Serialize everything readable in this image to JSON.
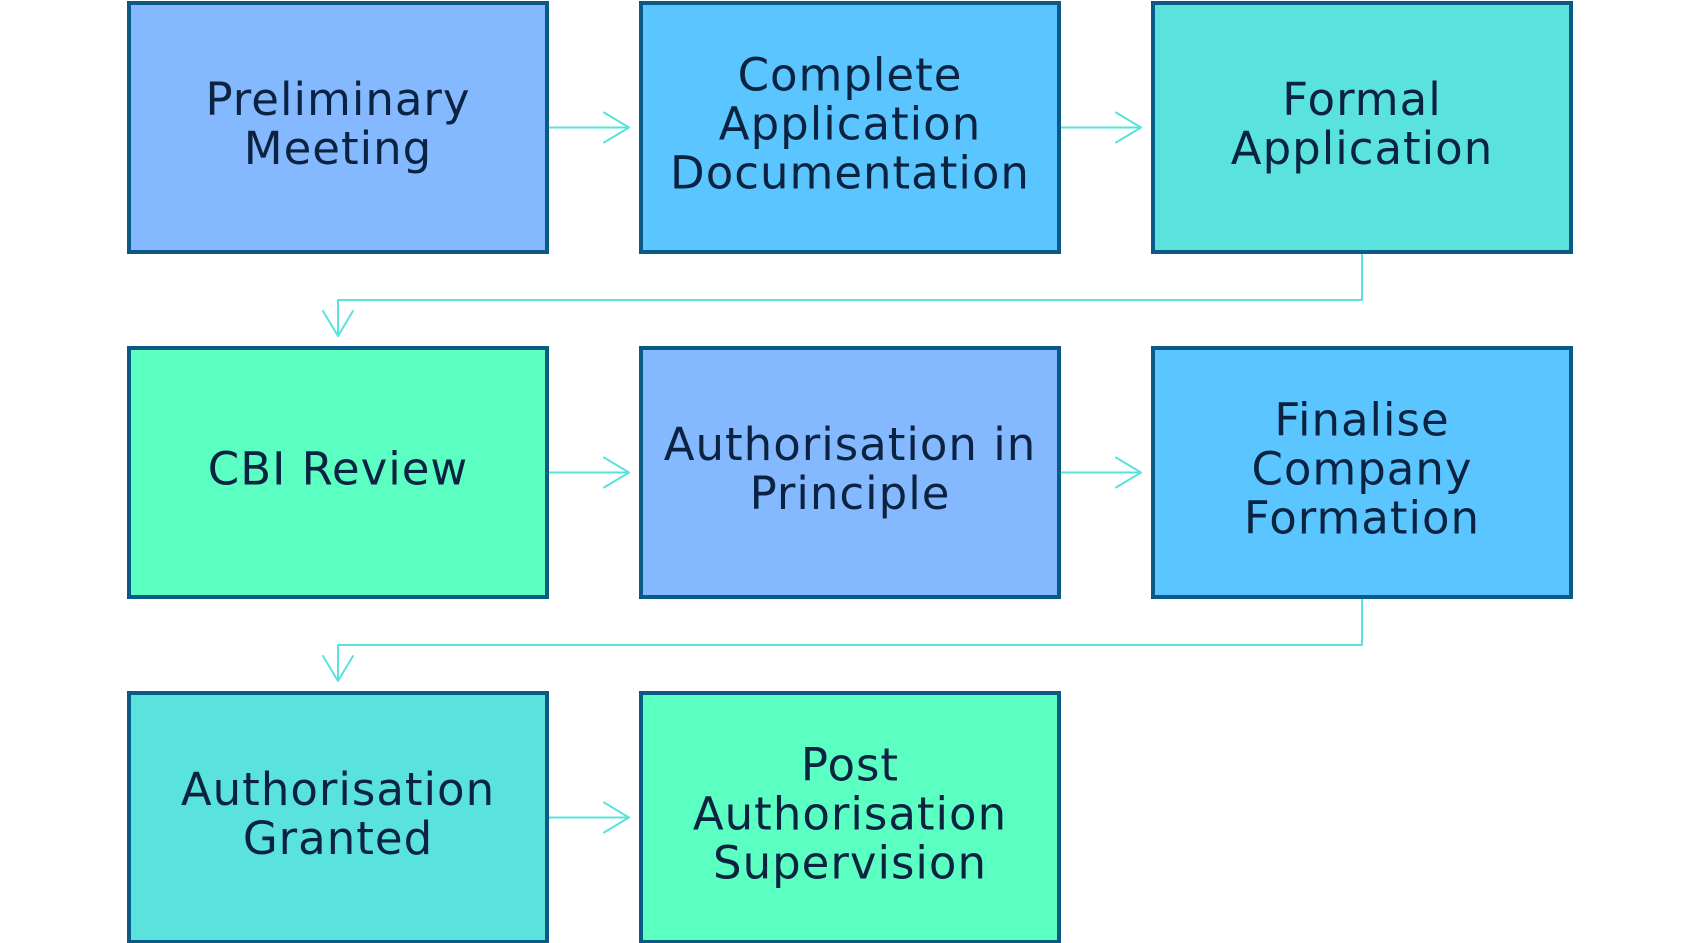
{
  "diagram": {
    "steps": [
      {
        "lines": [
          "Preliminary",
          "Meeting"
        ],
        "fill": "#84b8ff"
      },
      {
        "lines": [
          "Complete",
          "Application",
          "Documentation"
        ],
        "fill": "#5ac5ff"
      },
      {
        "lines": [
          "Formal",
          "Application"
        ],
        "fill": "#5ae2dc"
      },
      {
        "lines": [
          "CBI Review"
        ],
        "fill": "#5affc1"
      },
      {
        "lines": [
          "Authorisation in",
          "Principle"
        ],
        "fill": "#84b8ff"
      },
      {
        "lines": [
          "Finalise",
          "Company",
          "Formation"
        ],
        "fill": "#5ac5ff"
      },
      {
        "lines": [
          "Authorisation",
          "Granted"
        ],
        "fill": "#5ae2dc"
      },
      {
        "lines": [
          "Post",
          "Authorisation",
          "Supervision"
        ],
        "fill": "#5affc1"
      }
    ],
    "colors": {
      "border": "#0b5a86",
      "connector": "#5ae2dc",
      "text": "#0b2341"
    }
  }
}
